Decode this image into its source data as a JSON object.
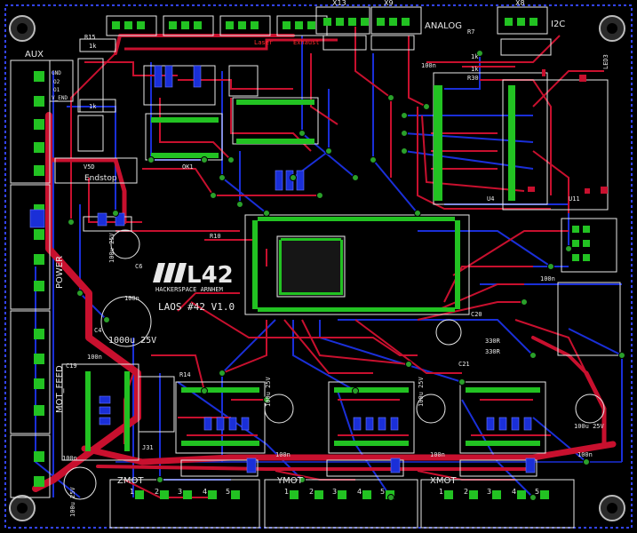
{
  "board": {
    "logo_letters": "L42",
    "logo_sub": "HACKERSPACE ARNHEM",
    "title": "LAOS #42 V1.0",
    "colors": {
      "background": "#000000",
      "top_copper": "#c8102e",
      "bottom_copper": "#1a2fd8",
      "pad": "#22c222",
      "via": "#2aa02a",
      "silk": "#e8e8e8",
      "outline_dash": "#3344ff"
    }
  },
  "connectors": {
    "aux": "AUX",
    "aux_pins": [
      "GND",
      "O2",
      "O1",
      "V_END"
    ],
    "power": "POWER",
    "mot_feed": "MOT_FEED",
    "x13": "X13",
    "x9": "X9",
    "analog": "ANALOG",
    "x8": "X8",
    "i2c": "I2C",
    "zmot": "ZMOT",
    "ymot": "YMOT",
    "xmot": "XMOT",
    "endstop": "Endstop",
    "laser": "Laser",
    "exhaust": "Exhaust",
    "mot_pins": [
      "1",
      "2",
      "3",
      "4",
      "5"
    ]
  },
  "components": {
    "r15": "R15",
    "r_1k_a": "1k",
    "r_1k_b": "1k",
    "r_1k_c": "1k",
    "r_1k_d": "1k",
    "r7": "R7",
    "r30": "R30",
    "r10": "R10",
    "r_330r_a": "330R",
    "r_330r_b": "330R",
    "c6": "C6",
    "c6_val": "100u 25V",
    "c4": "C4",
    "c4_val": "1000u 25V",
    "c2_val": "100u 25V",
    "c11_val": "100u 25V",
    "c9_val": "100u 25V",
    "c10_val": "100u 25V",
    "cap_100n_a": "100n",
    "cap_100n_b": "100n",
    "cap_100n_c": "100n",
    "cap_100n_d": "100n",
    "cap_100n_e": "100n",
    "cap_100n_f": "100n",
    "cap_100n_g": "100n",
    "cap_100n_h": "100n",
    "ok1": "OK1",
    "u4": "U4",
    "u11": "U11",
    "c19": "C19",
    "c20": "C20",
    "c21": "C21",
    "j31": "J31",
    "r14": "R14",
    "led3": "LED3",
    "vsd": "V5D"
  }
}
